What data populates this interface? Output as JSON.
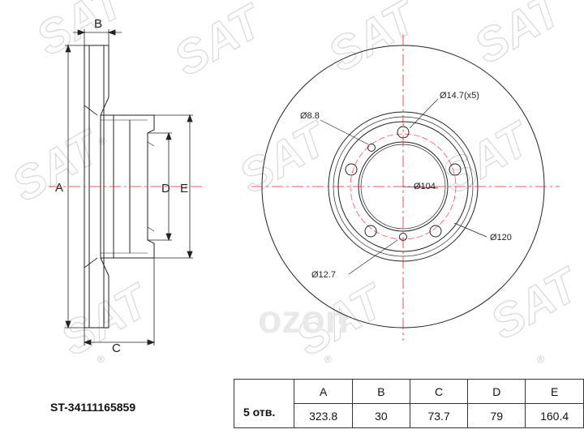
{
  "watermark": {
    "brand": "SAT",
    "registered_mark": "®",
    "marketplace": "ozon"
  },
  "side_view": {
    "labels": {
      "a": "A",
      "b": "B",
      "c": "C",
      "d": "D",
      "e": "E"
    }
  },
  "front_view": {
    "callouts": {
      "bolt_holes": "Ø14.7(x5)",
      "pin_hole": "Ø8.8",
      "center_bore": "Ø104",
      "pcd": "Ø120",
      "hole_12_7": "Ø12.7"
    }
  },
  "part_number": "ST-34111165859",
  "spec_table": {
    "holes_label": "5 отв.",
    "headers": [
      "A",
      "B",
      "C",
      "D",
      "E"
    ],
    "values": [
      "323.8",
      "30",
      "73.7",
      "79",
      "160.4"
    ]
  }
}
